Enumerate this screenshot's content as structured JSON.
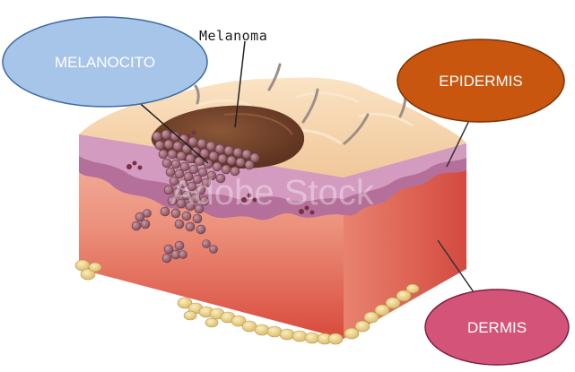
{
  "labels": {
    "melanoma": "Melanoma",
    "melanocito": "MELANOCITO",
    "epidermis": "EPIDERMIS",
    "dermis": "DERMIS"
  },
  "watermark": "Adobe Stock",
  "colors": {
    "melanocito_bubble": "#a7c5e8",
    "epidermis_bubble": "#c8560f",
    "dermis_bubble": "#d35478",
    "skin_surface": "#f3cfa3",
    "dermis_tissue": "#e98a78",
    "basal_layer": "#b0688e",
    "tumor": "#7b4a31",
    "fat": "#e9d08a",
    "melanoma_cells": "#8f5a6a"
  }
}
